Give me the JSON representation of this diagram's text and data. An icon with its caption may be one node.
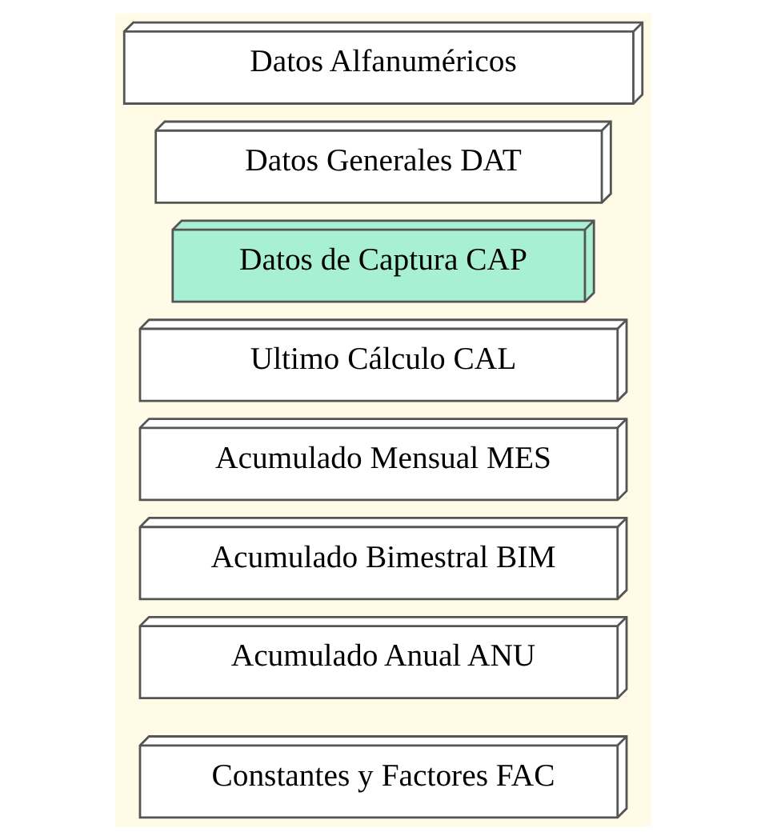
{
  "diagram": {
    "nodes": [
      {
        "text": [
          "Datos Alfanuméricos"
        ]
      },
      {
        "text": [
          "Datos Generales DAT"
        ]
      },
      {
        "text": [
          "Datos de Captura CAP"
        ]
      },
      {
        "text": [
          "Ultimo Cálculo CAL"
        ]
      },
      {
        "text": [
          "Acumulado Mensual MES"
        ]
      },
      {
        "text": [
          "Acumulado Bimestral BIM"
        ]
      },
      {
        "text": [
          "Acumulado Anual ANU"
        ]
      },
      {
        "text": [
          "Constantes y Factores FAC"
        ]
      }
    ]
  }
}
